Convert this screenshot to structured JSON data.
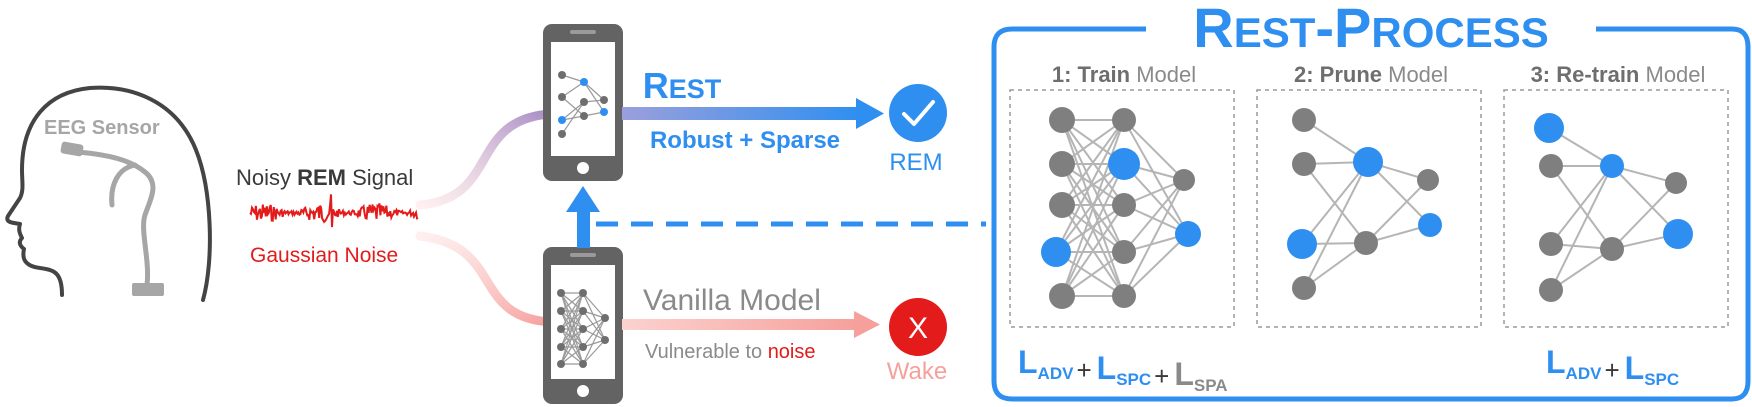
{
  "colors": {
    "blue": "#2f8ff0",
    "gray": "#8a8a8a",
    "dark": "#3a3a3a",
    "red": "#e31b1b",
    "pink": "#f6a09c",
    "purple": "#a98fc6",
    "node_gray": "#7f7f7f"
  },
  "left": {
    "eeg_sensor": "EEG Sensor",
    "noisy_prefix": "Noisy ",
    "noisy_bold": "REM",
    "noisy_suffix": " Signal",
    "gaussian": "Gaussian Noise"
  },
  "rest_path": {
    "title": "Rest",
    "subtitle": "Robust + Sparse",
    "result": "REM",
    "result_icon": "check-icon"
  },
  "vanilla_path": {
    "title": "Vanilla Model",
    "sub_prefix": "Vulnerable to ",
    "sub_noise": "noise",
    "result": "Wake",
    "result_icon": "x-icon",
    "result_glyph": "X"
  },
  "process": {
    "title": "Rest-Process",
    "steps": [
      {
        "num": "1: ",
        "bold": "Train",
        "rest": " Model"
      },
      {
        "num": "2: ",
        "bold": "Prune",
        "rest": " Model"
      },
      {
        "num": "3: ",
        "bold": "Re-train",
        "rest": " Model"
      }
    ],
    "loss1": [
      {
        "L": "L",
        "sub": "ADV",
        "color": "blue"
      },
      {
        "op": "+"
      },
      {
        "L": "L",
        "sub": "SPC",
        "color": "blue"
      },
      {
        "op": "+"
      },
      {
        "L": "L",
        "sub": "SPA",
        "color": "gray"
      }
    ],
    "loss3": [
      {
        "L": "L",
        "sub": "ADV",
        "color": "blue"
      },
      {
        "op": "+"
      },
      {
        "L": "L",
        "sub": "SPC",
        "color": "blue"
      }
    ]
  }
}
